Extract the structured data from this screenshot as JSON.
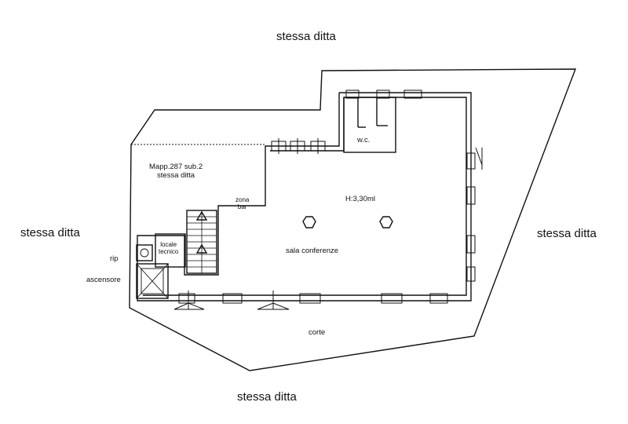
{
  "labels": {
    "neighbor_top": "stessa ditta",
    "neighbor_left": "stessa ditta",
    "neighbor_right": "stessa ditta",
    "neighbor_bottom": "stessa ditta",
    "parcel_line1": "Mapp.287 sub.2",
    "parcel_line2": "stessa ditta",
    "zona_line1": "zona",
    "zona_line2": "bar",
    "height": "H:3,30ml",
    "wc": "w.c.",
    "technical_line1": "locale",
    "technical_line2": "tecnico",
    "conference_hall": "sala conferenze",
    "rip": "rip",
    "elevator": "ascensore",
    "courtyard": "corte"
  }
}
